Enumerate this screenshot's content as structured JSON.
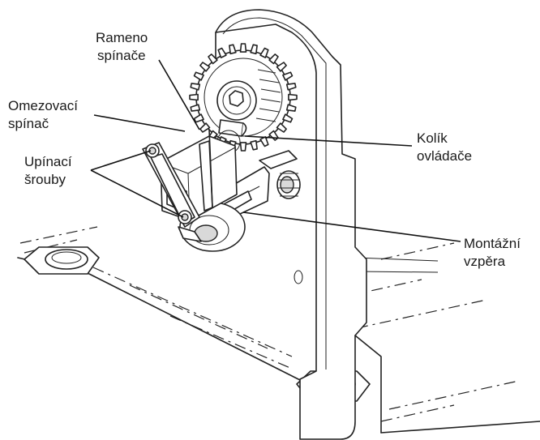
{
  "labels": {
    "rameno": [
      "Rameno",
      "spínače"
    ],
    "omezovaci": [
      "Omezovací",
      "spínač"
    ],
    "upinaci": [
      "Upínací",
      "šrouby"
    ],
    "kolik": [
      "Kolík",
      "ovládače"
    ],
    "montazni": [
      "Montážní",
      "vzpěra"
    ]
  }
}
